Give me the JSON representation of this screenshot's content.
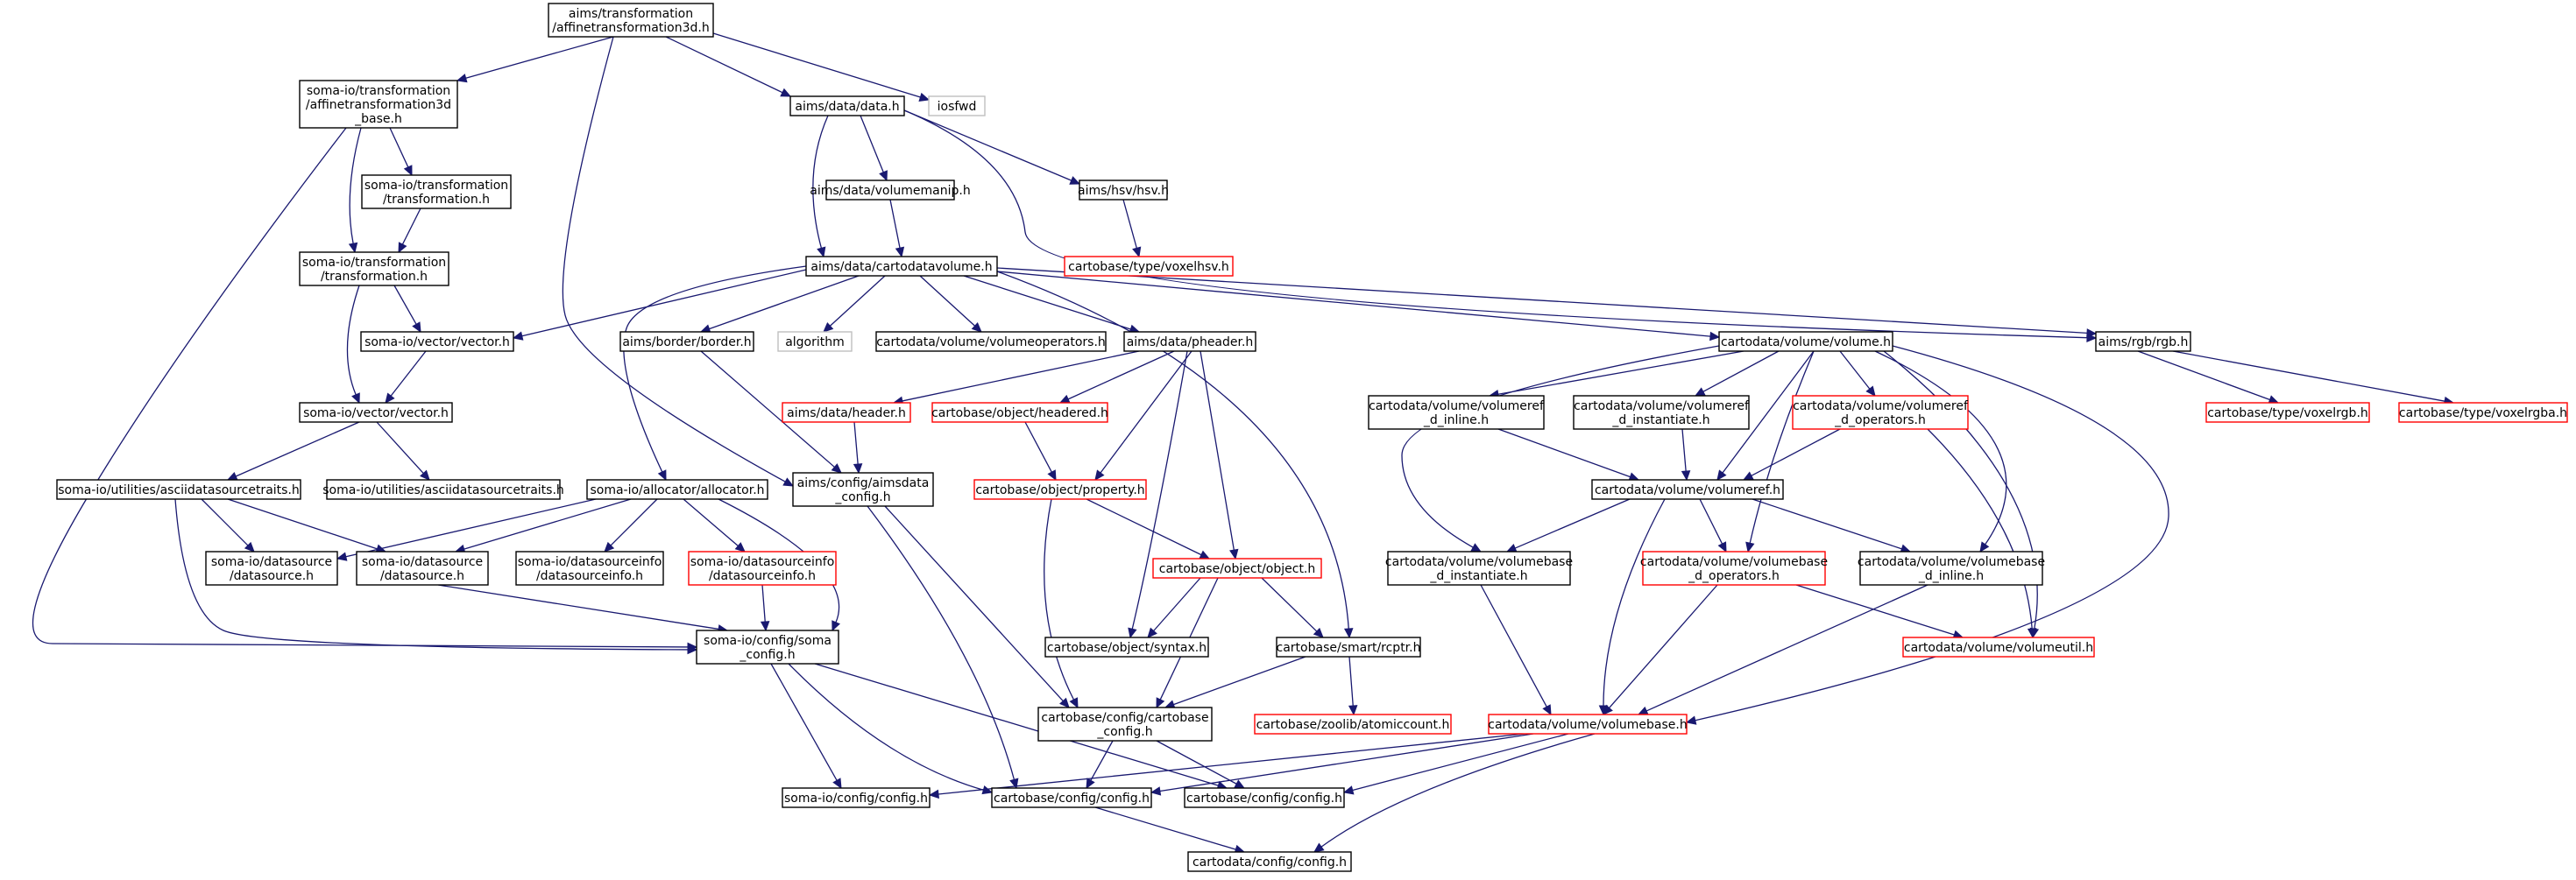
{
  "colors": {
    "edge": "#191970",
    "root_fill": "#bfbfbf",
    "normal_border": "#000000",
    "truncated_border": "#ff0000",
    "external_border": "#bfbfbf"
  },
  "nodes": [
    {
      "id": "n_root",
      "style": "root",
      "lines": [
        "aims/transformation",
        "/affinetransformation3d.h"
      ]
    },
    {
      "id": "n_affine_base",
      "style": "normal",
      "lines": [
        "soma-io/transformation",
        "/affinetransformation3d",
        "_base.h"
      ]
    },
    {
      "id": "n_data",
      "style": "normal",
      "lines": [
        "aims/data/data.h"
      ]
    },
    {
      "id": "n_iosfwd",
      "style": "external",
      "lines": [
        "iosfwd"
      ]
    },
    {
      "id": "n_transformation_top",
      "style": "normal",
      "lines": [
        "soma-io/transformation",
        "/transformation.h"
      ]
    },
    {
      "id": "n_volumemanip",
      "style": "normal",
      "lines": [
        "aims/data/volumemanip.h"
      ]
    },
    {
      "id": "n_hsv",
      "style": "normal",
      "lines": [
        "aims/hsv/hsv.h"
      ]
    },
    {
      "id": "n_transformation",
      "style": "normal",
      "lines": [
        "soma-io/transformation",
        "/transformation.h"
      ]
    },
    {
      "id": "n_voxelhsv",
      "style": "truncated",
      "lines": [
        "cartobase/type/voxelhsv.h"
      ]
    },
    {
      "id": "n_cartodatavolume",
      "style": "normal",
      "lines": [
        "aims/data/cartodatavolume.h"
      ]
    },
    {
      "id": "n_vector_top",
      "style": "normal",
      "lines": [
        "soma-io/vector/vector.h"
      ]
    },
    {
      "id": "n_border",
      "style": "normal",
      "lines": [
        "aims/border/border.h"
      ]
    },
    {
      "id": "n_algorithm",
      "style": "external",
      "lines": [
        "algorithm"
      ]
    },
    {
      "id": "n_volumeoperators",
      "style": "normal",
      "lines": [
        "cartodata/volume/volumeoperators.h"
      ]
    },
    {
      "id": "n_pheader",
      "style": "normal",
      "lines": [
        "aims/data/pheader.h"
      ]
    },
    {
      "id": "n_volume",
      "style": "normal",
      "lines": [
        "cartodata/volume/volume.h"
      ]
    },
    {
      "id": "n_rgb",
      "style": "normal",
      "lines": [
        "aims/rgb/rgb.h"
      ]
    },
    {
      "id": "n_vector",
      "style": "normal",
      "lines": [
        "soma-io/vector/vector.h"
      ]
    },
    {
      "id": "n_header",
      "style": "truncated",
      "lines": [
        "aims/data/header.h"
      ]
    },
    {
      "id": "n_headered",
      "style": "truncated",
      "lines": [
        "cartobase/object/headered.h"
      ]
    },
    {
      "id": "n_vref_inline",
      "style": "normal",
      "lines": [
        "cartodata/volume/volumeref",
        "_d_inline.h"
      ]
    },
    {
      "id": "n_vref_inst",
      "style": "normal",
      "lines": [
        "cartodata/volume/volumeref",
        "_d_instantiate.h"
      ]
    },
    {
      "id": "n_vref_ops",
      "style": "truncated",
      "lines": [
        "cartodata/volume/volumeref",
        "_d_operators.h"
      ]
    },
    {
      "id": "n_voxelrgb",
      "style": "truncated",
      "lines": [
        "cartobase/type/voxelrgb.h"
      ]
    },
    {
      "id": "n_voxelrgba",
      "style": "truncated",
      "lines": [
        "cartobase/type/voxelrgba.h"
      ]
    },
    {
      "id": "n_ascii_h",
      "style": "normal",
      "lines": [
        "soma-io/utilities/asciidatasourcetraits.h"
      ]
    },
    {
      "id": "n_ascii_hpp",
      "style": "normal",
      "lines": [
        "soma-io/utilities/asciidatasourcetraits.h"
      ]
    },
    {
      "id": "n_aimsdata_config",
      "style": "normal",
      "lines": [
        "aims/config/aimsdata",
        "_config.h"
      ]
    },
    {
      "id": "n_allocator",
      "style": "normal",
      "lines": [
        "soma-io/allocator/allocator.h"
      ]
    },
    {
      "id": "n_property",
      "style": "truncated",
      "lines": [
        "cartobase/object/property.h"
      ]
    },
    {
      "id": "n_volumeref",
      "style": "normal",
      "lines": [
        "cartodata/volume/volumeref.h"
      ]
    },
    {
      "id": "n_datasource1",
      "style": "normal",
      "lines": [
        "soma-io/datasource",
        "/datasource.h"
      ]
    },
    {
      "id": "n_datasource2",
      "style": "normal",
      "lines": [
        "soma-io/datasource",
        "/datasource.h"
      ]
    },
    {
      "id": "n_dsinfo1",
      "style": "normal",
      "lines": [
        "soma-io/datasourceinfo",
        "/datasourceinfo.h"
      ]
    },
    {
      "id": "n_dsinfo2",
      "style": "truncated",
      "lines": [
        "soma-io/datasourceinfo",
        "/datasourceinfo.h"
      ]
    },
    {
      "id": "n_object",
      "style": "truncated",
      "lines": [
        "cartobase/object/object.h"
      ]
    },
    {
      "id": "n_vbase_inst",
      "style": "normal",
      "lines": [
        "cartodata/volume/volumebase",
        "_d_instantiate.h"
      ]
    },
    {
      "id": "n_vbase_ops",
      "style": "truncated",
      "lines": [
        "cartodata/volume/volumebase",
        "_d_operators.h"
      ]
    },
    {
      "id": "n_vbase_inline",
      "style": "normal",
      "lines": [
        "cartodata/volume/volumebase",
        "_d_inline.h"
      ]
    },
    {
      "id": "n_soma_config",
      "style": "normal",
      "lines": [
        "soma-io/config/soma",
        "_config.h"
      ]
    },
    {
      "id": "n_syntax",
      "style": "normal",
      "lines": [
        "cartobase/object/syntax.h"
      ]
    },
    {
      "id": "n_rcptr",
      "style": "normal",
      "lines": [
        "cartobase/smart/rcptr.h"
      ]
    },
    {
      "id": "n_volumeutil",
      "style": "truncated",
      "lines": [
        "cartodata/volume/volumeutil.h"
      ]
    },
    {
      "id": "n_cartobase_config",
      "style": "normal",
      "lines": [
        "cartobase/config/cartobase",
        "_config.h"
      ]
    },
    {
      "id": "n_atomiccount",
      "style": "truncated",
      "lines": [
        "cartobase/zoolib/atomiccount.h"
      ]
    },
    {
      "id": "n_volumebase",
      "style": "truncated",
      "lines": [
        "cartodata/volume/volumebase.h"
      ]
    },
    {
      "id": "n_somaio_config",
      "style": "normal",
      "lines": [
        "soma-io/config/config.h"
      ]
    },
    {
      "id": "n_cb_config1",
      "style": "normal",
      "lines": [
        "cartobase/config/config.h"
      ]
    },
    {
      "id": "n_cb_config2",
      "style": "normal",
      "lines": [
        "cartobase/config/config.h"
      ]
    },
    {
      "id": "n_cd_config",
      "style": "normal",
      "lines": [
        "cartodata/config/config.h"
      ]
    }
  ]
}
